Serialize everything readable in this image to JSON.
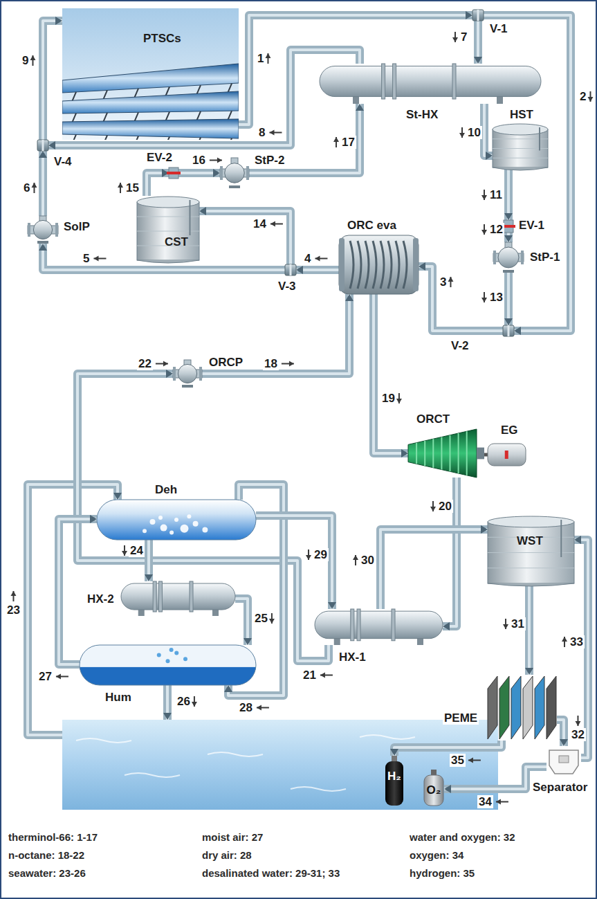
{
  "diagram": {
    "nodes": [
      {
        "text": [
          "PTSCs"
        ]
      },
      {
        "text": [
          "V-1"
        ]
      },
      {
        "text": [
          "St-HX"
        ]
      },
      {
        "text": [
          "HST"
        ]
      },
      {
        "text": [
          "EV-1"
        ]
      },
      {
        "text": [
          "StP-1"
        ]
      },
      {
        "text": [
          "V-2"
        ]
      },
      {
        "text": [
          "ORC eva"
        ]
      },
      {
        "text": [
          "V-3"
        ]
      },
      {
        "text": [
          "CST"
        ]
      },
      {
        "text": [
          "EV-2"
        ]
      },
      {
        "text": [
          "StP-2"
        ]
      },
      {
        "text": [
          "V-4"
        ]
      },
      {
        "text": [
          "SolP"
        ]
      },
      {
        "text": [
          "ORCP"
        ]
      },
      {
        "text": [
          "ORCT"
        ]
      },
      {
        "text": [
          "EG"
        ]
      },
      {
        "text": [
          "Deh"
        ]
      },
      {
        "text": [
          "HX-2"
        ]
      },
      {
        "text": [
          "Hum"
        ]
      },
      {
        "text": [
          "HX-1"
        ]
      },
      {
        "text": [
          "WST"
        ]
      },
      {
        "text": [
          "PEME"
        ]
      },
      {
        "text": [
          "Separator"
        ]
      },
      {
        "text": [
          "H₂"
        ]
      },
      {
        "text": [
          "O₂"
        ]
      }
    ],
    "edges": [
      {
        "from": 0,
        "to": 1,
        "label": "1",
        "arrow": "to"
      },
      {
        "from": 1,
        "to": 6,
        "label": "2",
        "arrow": "to"
      },
      {
        "from": 6,
        "to": 7,
        "label": "3",
        "arrow": "to"
      },
      {
        "from": 7,
        "to": 8,
        "label": "4",
        "arrow": "to"
      },
      {
        "from": 8,
        "to": 13,
        "label": "5",
        "arrow": "to"
      },
      {
        "from": 13,
        "to": 12,
        "label": "6",
        "arrow": "to"
      },
      {
        "from": 1,
        "to": 2,
        "label": "7",
        "arrow": "to"
      },
      {
        "from": 2,
        "to": 12,
        "label": "8",
        "arrow": "to"
      },
      {
        "from": 12,
        "to": 0,
        "label": "9",
        "arrow": "to"
      },
      {
        "from": 2,
        "to": 3,
        "label": "10",
        "arrow": "to"
      },
      {
        "from": 3,
        "to": 4,
        "label": "11",
        "arrow": "to"
      },
      {
        "from": 4,
        "to": 5,
        "label": "12",
        "arrow": "to"
      },
      {
        "from": 5,
        "to": 6,
        "label": "13",
        "arrow": "to"
      },
      {
        "from": 8,
        "to": 9,
        "label": "14",
        "arrow": "to"
      },
      {
        "from": 9,
        "to": 10,
        "label": "15",
        "arrow": "to"
      },
      {
        "from": 10,
        "to": 11,
        "label": "16",
        "arrow": "to"
      },
      {
        "from": 11,
        "to": 2,
        "label": "17",
        "arrow": "to"
      },
      {
        "from": 14,
        "to": 7,
        "label": "18",
        "arrow": "to"
      },
      {
        "from": 7,
        "to": 15,
        "label": "19",
        "arrow": "to"
      },
      {
        "from": 15,
        "to": 20,
        "label": "20",
        "arrow": "to"
      },
      {
        "from": 20,
        "to": 14,
        "label": "21",
        "arrow": "to"
      },
      {
        "from": 17,
        "to": 18,
        "label": "24",
        "arrow": "to"
      },
      {
        "from": 18,
        "to": 19,
        "label": "25",
        "arrow": "to"
      },
      {
        "from": 19,
        "to": 17,
        "label": "27",
        "arrow": "to"
      },
      {
        "from": 17,
        "to": 19,
        "label": "28",
        "arrow": "to"
      },
      {
        "from": 17,
        "to": 20,
        "label": "29",
        "arrow": "to"
      },
      {
        "from": 20,
        "to": 21,
        "label": "30",
        "arrow": "to"
      },
      {
        "from": 21,
        "to": 22,
        "label": "31",
        "arrow": "to"
      },
      {
        "from": 22,
        "to": 23,
        "label": "32",
        "arrow": "to"
      },
      {
        "from": 23,
        "to": 21,
        "label": "33",
        "arrow": "to"
      },
      {
        "from": 23,
        "to": 25,
        "label": "34",
        "arrow": "to"
      },
      {
        "from": 22,
        "to": 24,
        "label": "35",
        "arrow": "to"
      },
      {
        "from": 15,
        "to": 16,
        "arrow": "none"
      }
    ],
    "labels": [
      "22",
      "23",
      "26",
      "therminol-66: 1-17",
      "n-octane: 18-22",
      "seawater: 23-26",
      "moist air: 27",
      "dry air: 28",
      "desalinated water: 29-31; 33",
      "water and oxygen: 32",
      "oxygen: 34",
      "hydrogen: 35"
    ]
  }
}
